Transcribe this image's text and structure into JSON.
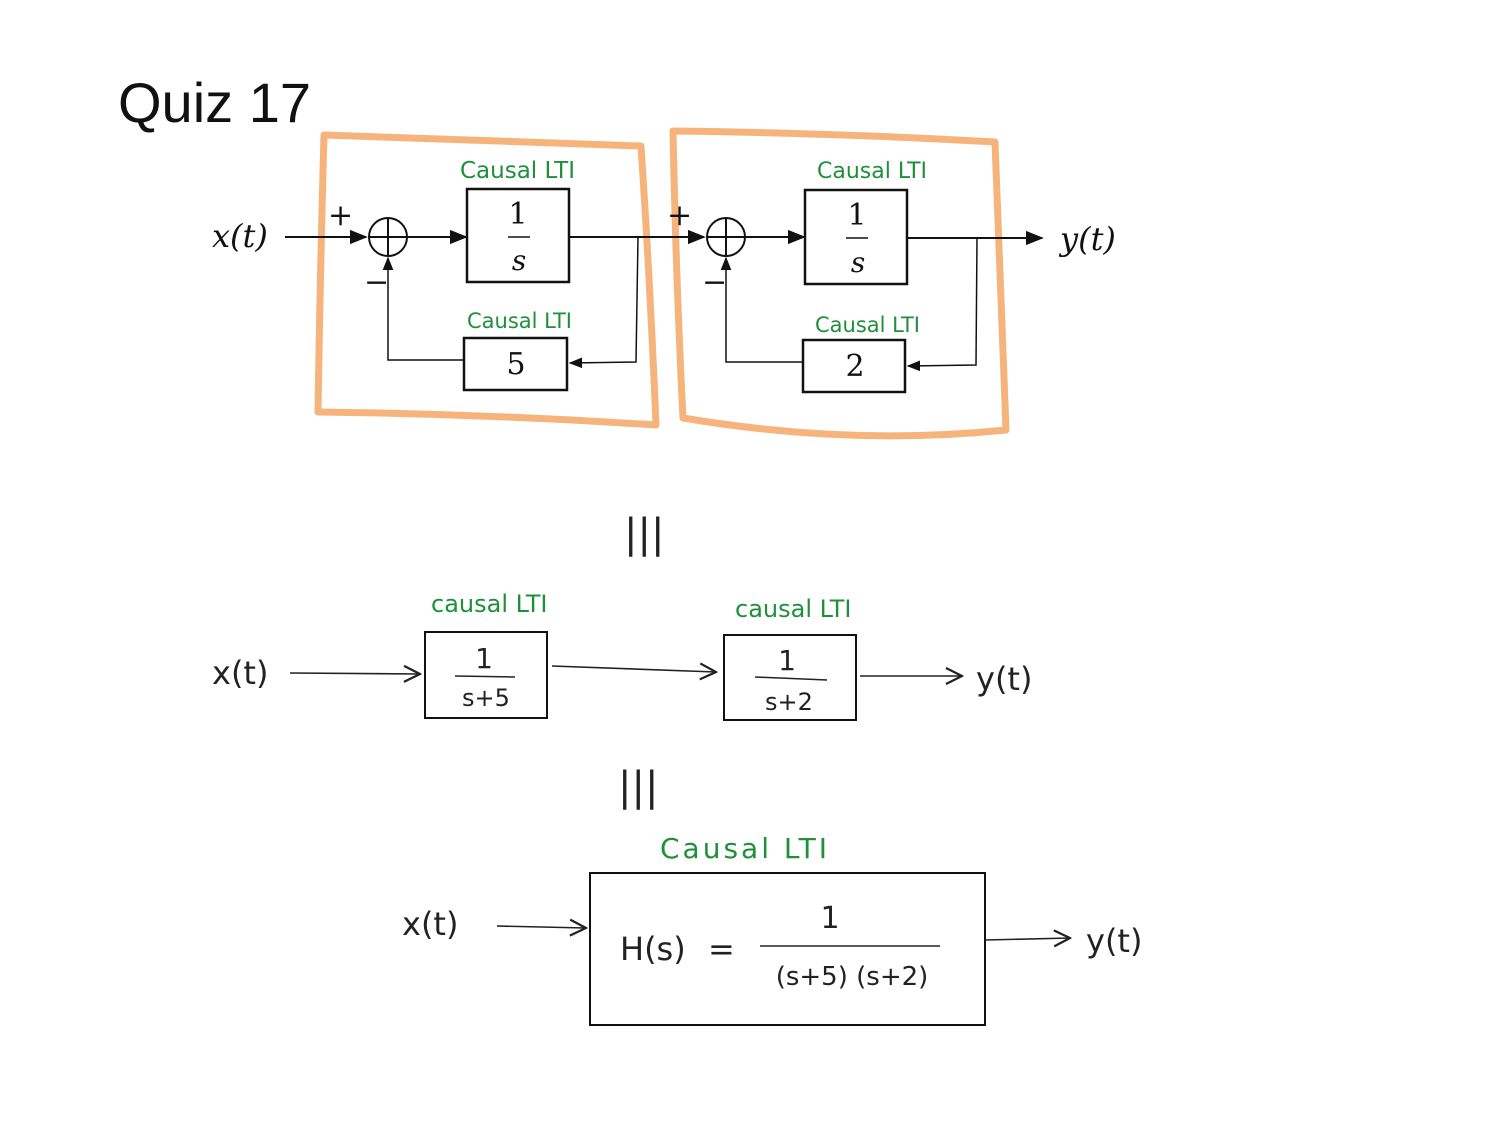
{
  "title": "Quiz 17",
  "colors": {
    "highlight": "#f6b47c",
    "annotation": "#1f8f3a",
    "ink": "#111111"
  },
  "top_diagram": {
    "input": "x(t)",
    "output": "y(t)",
    "plus_1": "+",
    "minus_1": "−",
    "plus_2": "+",
    "minus_2": "−",
    "block1": {
      "label": "Causal LTI",
      "num": "1",
      "den": "s"
    },
    "feedback1": {
      "label": "Causal LTI",
      "value": "5"
    },
    "block2": {
      "label": "Causal LTI",
      "num": "1",
      "den": "s"
    },
    "feedback2": {
      "label": "Causal LTI",
      "value": "2"
    }
  },
  "equiv_1": "|||",
  "middle_diagram": {
    "input": "x(t)",
    "output": "y(t)",
    "block1": {
      "label": "causal LTI",
      "num": "1",
      "den": "s+5"
    },
    "block2": {
      "label": "causal LTI",
      "num": "1",
      "den": "s+2"
    }
  },
  "equiv_2": "|||",
  "bottom_diagram": {
    "input": "x(t)",
    "output": "y(t)",
    "label": "Causal LTI",
    "lhs": "H(s)",
    "eq": "=",
    "num": "1",
    "den": "(s+5) (s+2)"
  }
}
